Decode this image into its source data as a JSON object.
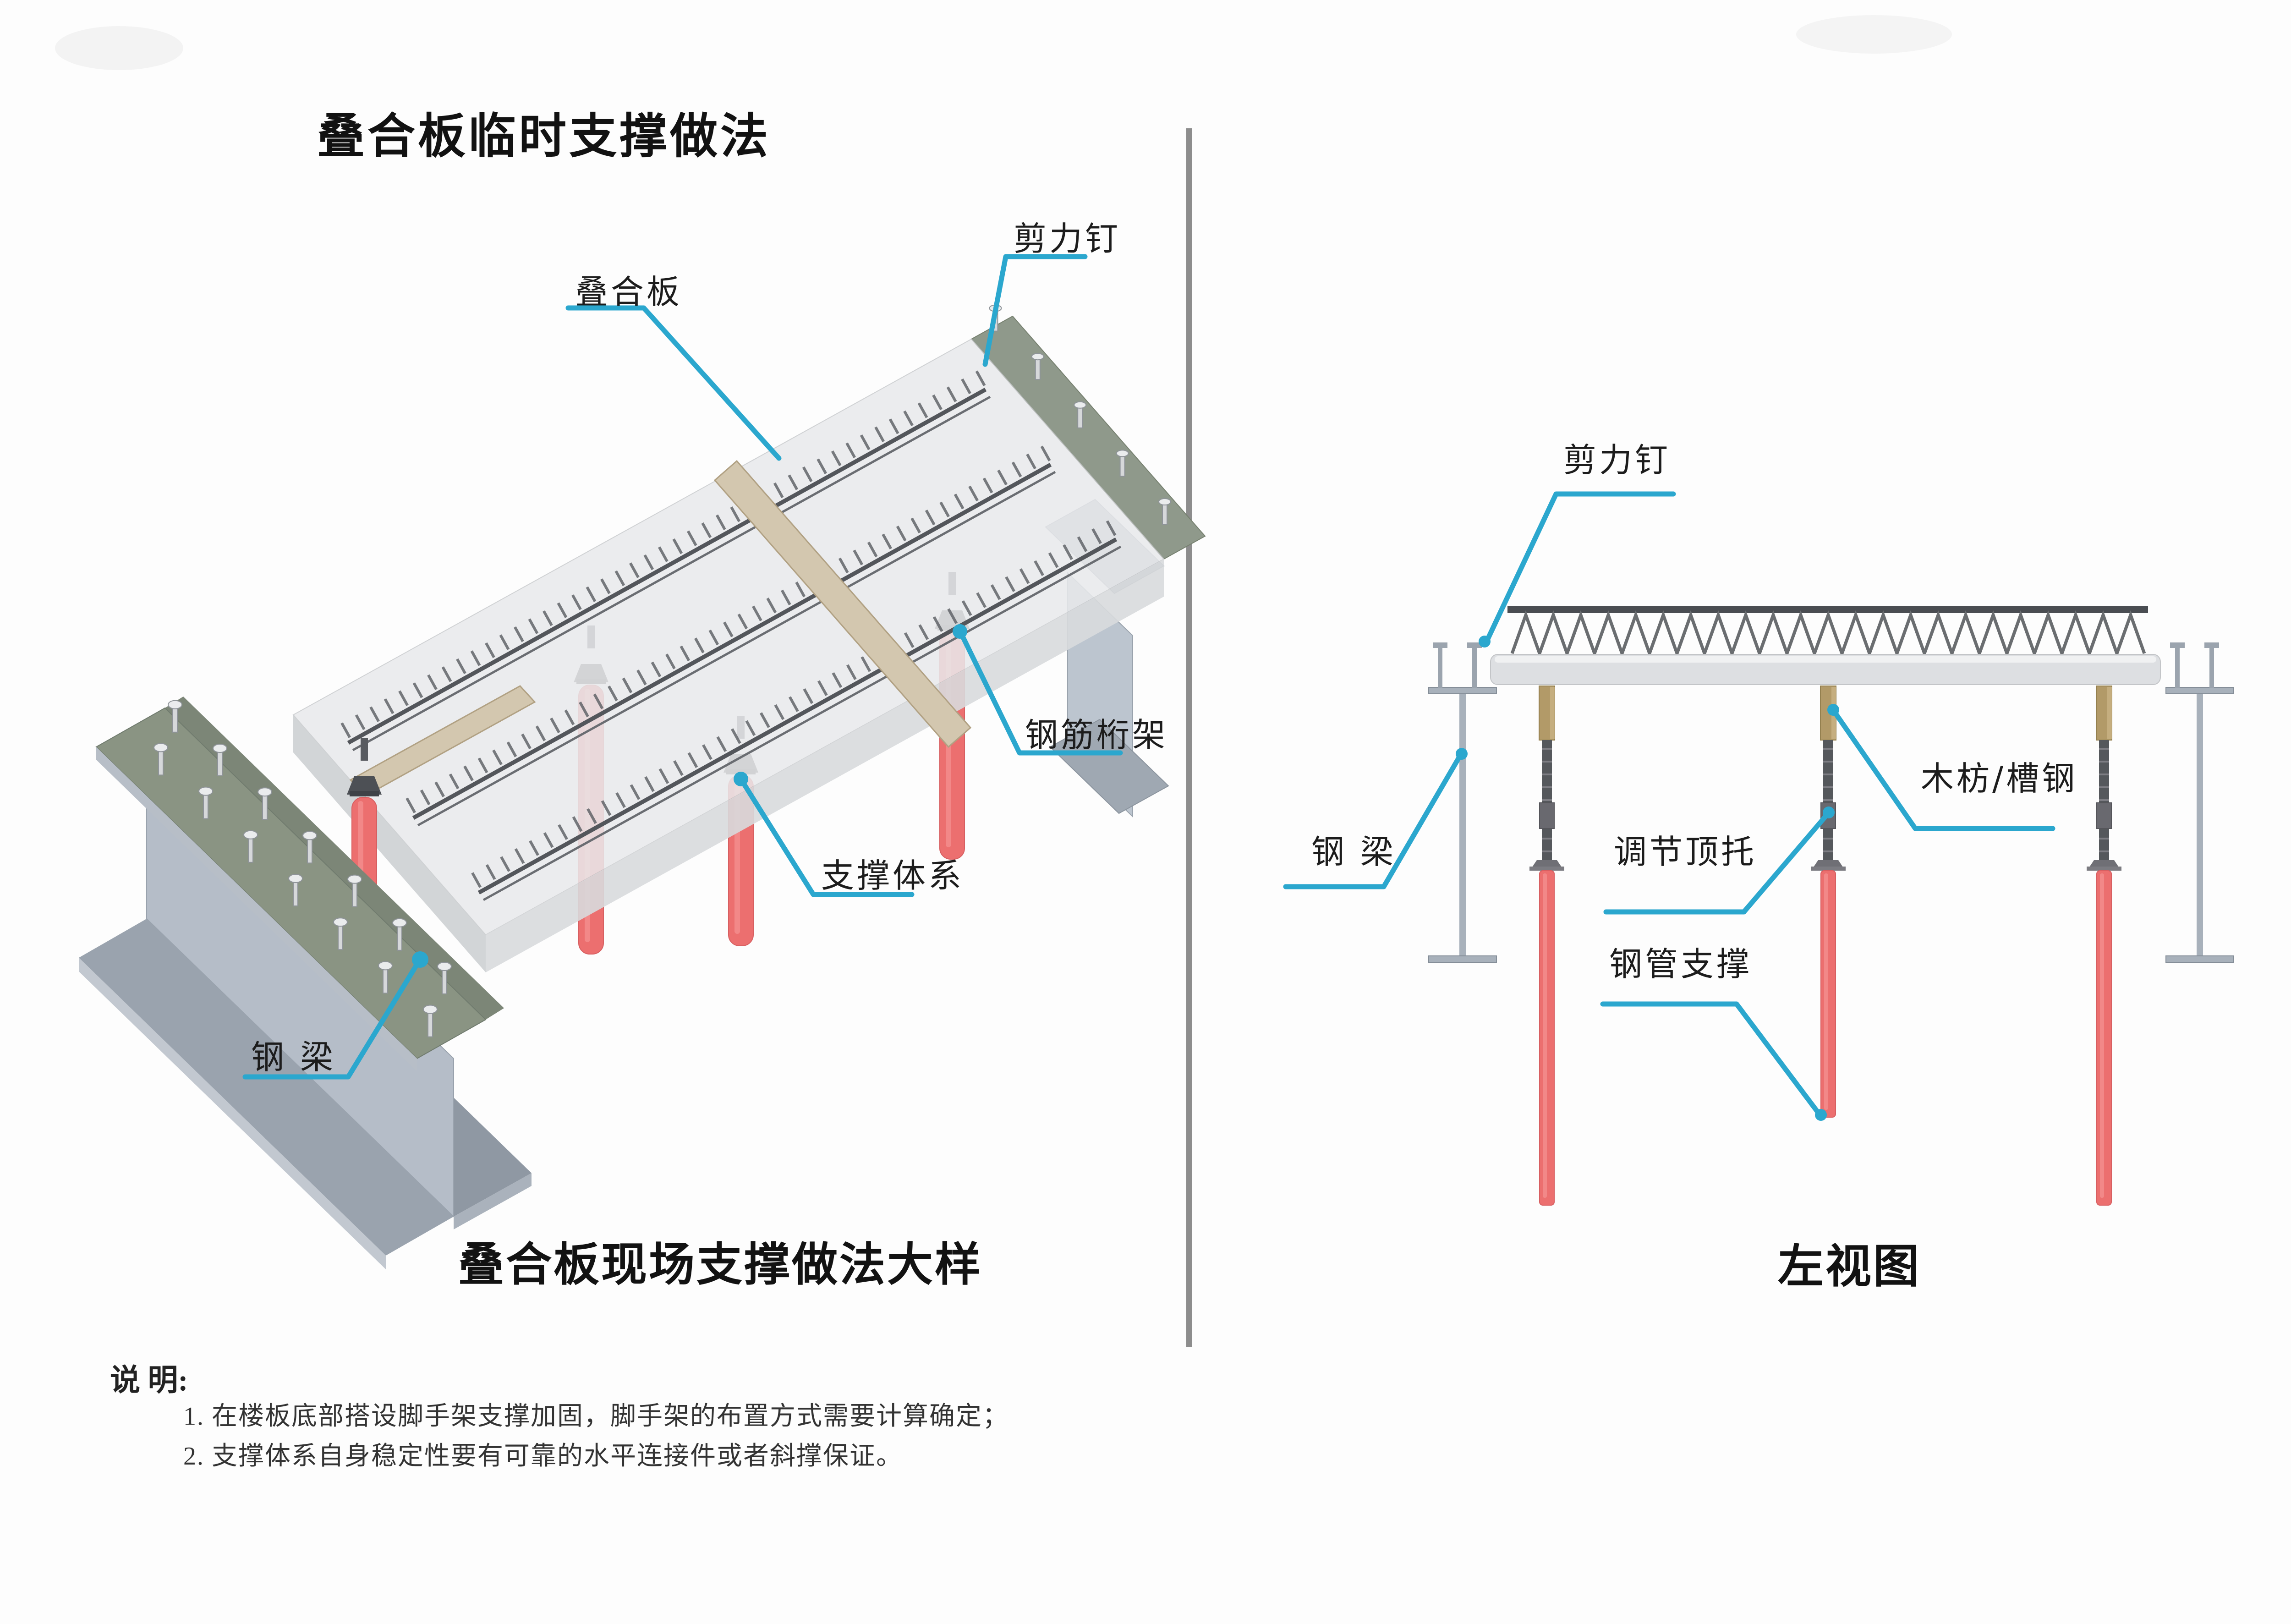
{
  "page": {
    "title": "叠合板临时支撑做法"
  },
  "left_view": {
    "caption": "叠合板现场支撑做法大样",
    "labels": {
      "slab": "叠合板",
      "shear_stud": "剪力钉",
      "rebar_truss": "钢筋桁架",
      "support_system": "支撑体系",
      "steel_beam": "钢 梁"
    }
  },
  "right_view": {
    "caption": "左视图",
    "labels": {
      "shear_stud": "剪力钉",
      "wood_or_channel": "木枋/槽钢",
      "adjustable_jack": "调节顶托",
      "steel_beam": "钢 梁",
      "steel_pipe_support": "钢管支撑"
    }
  },
  "notes": {
    "heading": "说 明:",
    "items": [
      "1. 在楼板底部搭设脚手架支撑加固，脚手架的布置方式需要计算确定；",
      "2. 支撑体系自身稳定性要有可靠的水平连接件或者斜撑保证。"
    ]
  },
  "colors": {
    "leader": "#2ba7ce",
    "pipe_red": "#ec6f6f",
    "pipe_edge": "#d85f61",
    "wood_tan": "#b29a68",
    "wood_light": "#d3c7af",
    "steel_dark": "#55585c",
    "beam_gray": "#a8b1bb",
    "slab_gray": "#e9eaec",
    "divider_gray": "#8d8d8d"
  }
}
